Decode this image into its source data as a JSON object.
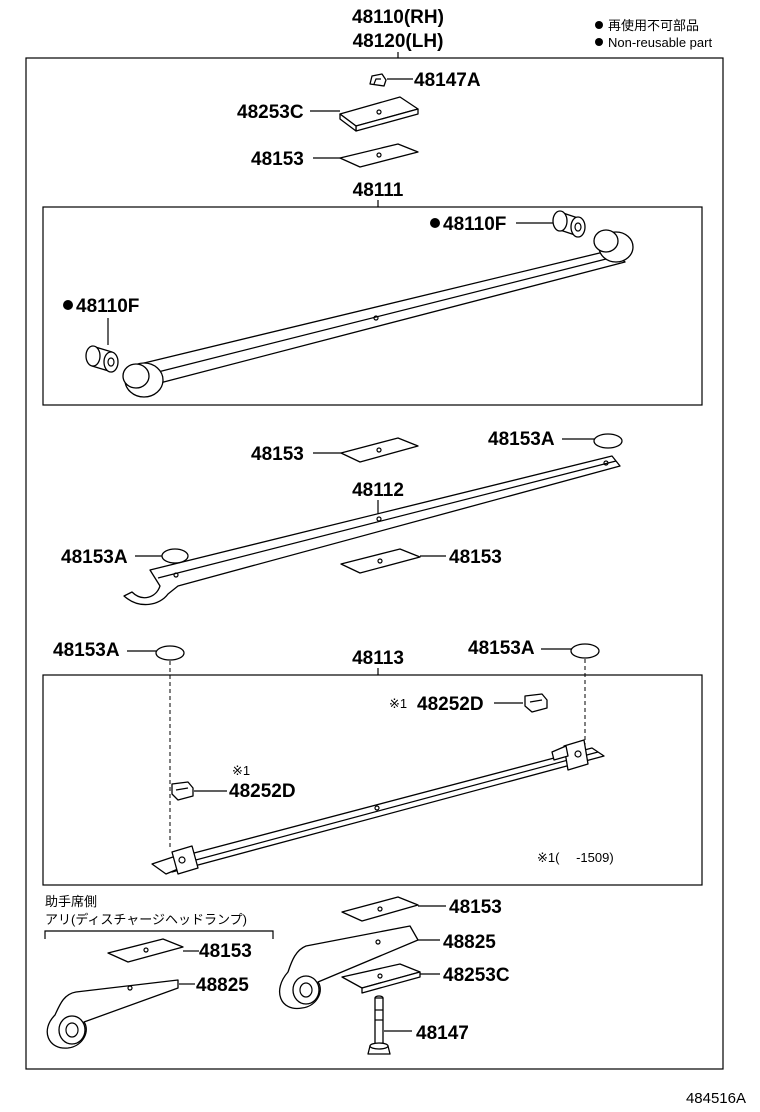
{
  "header": {
    "assembly_rh": "48110(RH)",
    "assembly_lh": "48120(LH)",
    "legend_jp": "再使用不可部品",
    "legend_en": "Non-reusable part"
  },
  "top_parts": {
    "p48147A": "48147A",
    "p48253C": "48253C",
    "p48153": "48153",
    "p48111": "48111"
  },
  "leaf1": {
    "bushing_right": "48110F",
    "bushing_left": "48110F"
  },
  "leaf2": {
    "pad_top": "48153",
    "cap_right": "48153A",
    "leaf": "48112",
    "cap_left": "48153A",
    "pad_bottom": "48153"
  },
  "leaf3": {
    "cap_left": "48153A",
    "leaf": "48113",
    "cap_right": "48153A",
    "clip_right_mark": "※1",
    "clip_right": "48252D",
    "clip_left_mark": "※1",
    "clip_left": "48252D",
    "note": "※1(　 -1509)"
  },
  "bottom": {
    "note_jp_line1": "助手席側",
    "note_jp_line2": "アリ(ディスチャージヘッドランプ)",
    "left_pad": "48153",
    "left_leaf": "48825",
    "right_pad": "48153",
    "right_leaf": "48825",
    "right_plate": "48253C",
    "bolt": "48147"
  },
  "footer": {
    "code": "484516A"
  }
}
